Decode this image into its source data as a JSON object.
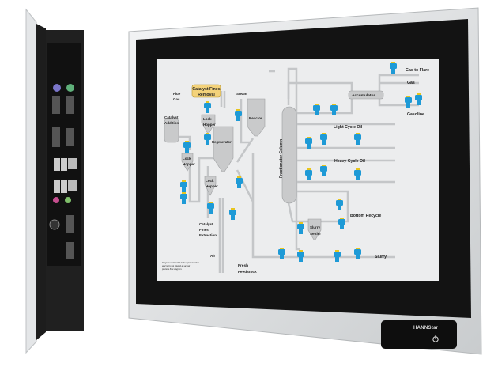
{
  "device": {
    "brand_logo": "HANNStar",
    "power_icon": "power-icon"
  },
  "screen": {
    "labels": {
      "catalyst_fines_removal": [
        "Catalyst Fines",
        "Removal"
      ],
      "flue_gas": [
        "Flue",
        "Gas"
      ],
      "steam": "Steam",
      "catalyst_addition": [
        "Catalyst",
        "Addition"
      ],
      "lock_hopper": [
        "Lock",
        "Hopper"
      ],
      "regenerator": "Regenerator",
      "reactor": "Reactor",
      "catalyst_fines_extraction": [
        "Catalyst",
        "Fines",
        "Extraction"
      ],
      "air": "Air",
      "fresh_feedstock": [
        "Fresh",
        "Feedstock"
      ],
      "fractionator_column": "Fractionator Column",
      "accumulator": "Accumulator",
      "gas_to_flare": "Gas to Flare",
      "gas": "Gas",
      "gasoline": "Gasoline",
      "light_cycle_oil": "Light Cycle Oil",
      "heavy_cycle_oil": "Heavy Cycle Oil",
      "bottom_recycle": "Bottom Recycle",
      "slurry_settler": [
        "Slurry",
        "Settler"
      ],
      "slurry": "Slurry",
      "disclaimer": [
        "Diagram is intended to be representation",
        "and not to be viewed as actual",
        "process flow diagram."
      ]
    }
  },
  "colors": {
    "valve": "#1e9ad6",
    "pipe": "#c9cbcd",
    "label_box": "#f3d27a",
    "bezel": "#d9dbdd",
    "frame": "#141414"
  }
}
